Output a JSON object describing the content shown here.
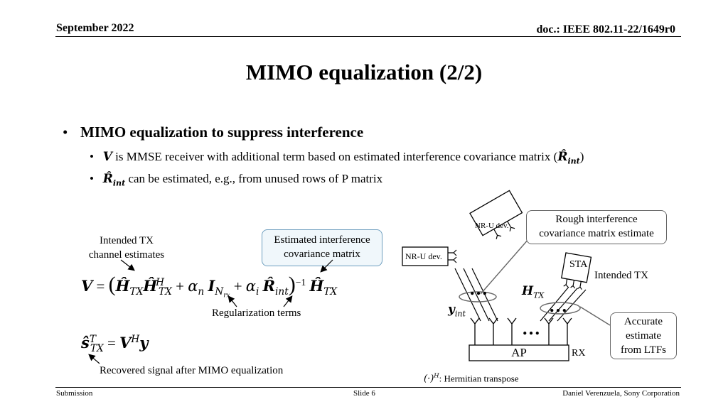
{
  "header": {
    "date": "September 2022",
    "doc": "doc.: IEEE 802.11-22/1649r0"
  },
  "title": "MIMO equalization (2/2)",
  "bullets": {
    "main": "MIMO equalization to suppress interference",
    "sub1_text": " is MMSE receiver with additional term based on estimated interference covariance matrix (",
    "sub1_close": ")",
    "sub2_text": " can be estimated, e.g., from unused rows of P matrix"
  },
  "annotations": {
    "intended_tx_line1": "Intended TX",
    "intended_tx_line2": "channel estimates",
    "est_interf_line1": "Estimated interference",
    "est_interf_line2": "covariance matrix",
    "regularization": "Regularization terms",
    "recovered": "Recovered signal after MIMO equalization"
  },
  "diagram": {
    "nru_dev_1": "NR-U dev.",
    "nru_dev_2": "NR-U dev.",
    "rough_line1": "Rough interference",
    "rough_line2": "covariance matrix estimate",
    "sta": "STA",
    "intended_tx": "Intended TX",
    "accurate_line1": "Accurate",
    "accurate_line2": "estimate",
    "accurate_line3": "from LTFs",
    "ap": "AP",
    "rx": "RX",
    "dots": "…",
    "hermitian": ": Hermitian transpose"
  },
  "footer": {
    "left": "Submission",
    "center": "Slide 6",
    "right": "Daniel Verenzuela, Sony Corporation"
  },
  "colors": {
    "annotation_box_border": "#6f9fbf",
    "annotation_box_fill": "#f0f7fb"
  }
}
